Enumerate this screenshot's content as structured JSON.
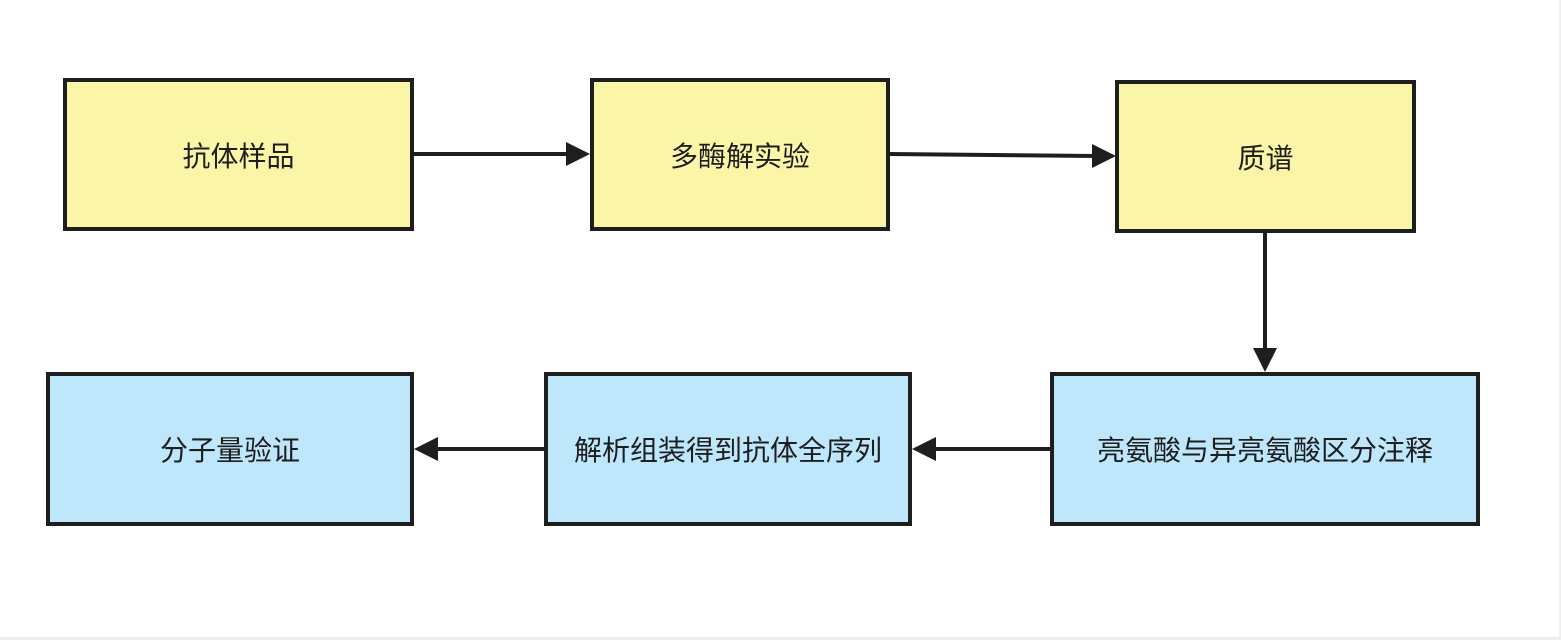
{
  "diagram": {
    "nodes": [
      {
        "id": "antibody-sample",
        "label": "抗体样品",
        "color": "#fbf5a8"
      },
      {
        "id": "multi-enzyme",
        "label": "多酶解实验",
        "color": "#fbf5a8"
      },
      {
        "id": "mass-spec",
        "label": "质谱",
        "color": "#fbf5a8"
      },
      {
        "id": "leu-ile",
        "label": "亮氨酸与异亮氨酸区分注释",
        "color": "#bfe7fb"
      },
      {
        "id": "assembly",
        "label": "解析组装得到抗体全序列",
        "color": "#bfe7fb"
      },
      {
        "id": "mw-verify",
        "label": "分子量验证",
        "color": "#bfe7fb"
      }
    ],
    "edges": [
      {
        "from": "antibody-sample",
        "to": "multi-enzyme"
      },
      {
        "from": "multi-enzyme",
        "to": "mass-spec"
      },
      {
        "from": "mass-spec",
        "to": "leu-ile"
      },
      {
        "from": "leu-ile",
        "to": "assembly"
      },
      {
        "from": "assembly",
        "to": "mw-verify"
      }
    ]
  }
}
